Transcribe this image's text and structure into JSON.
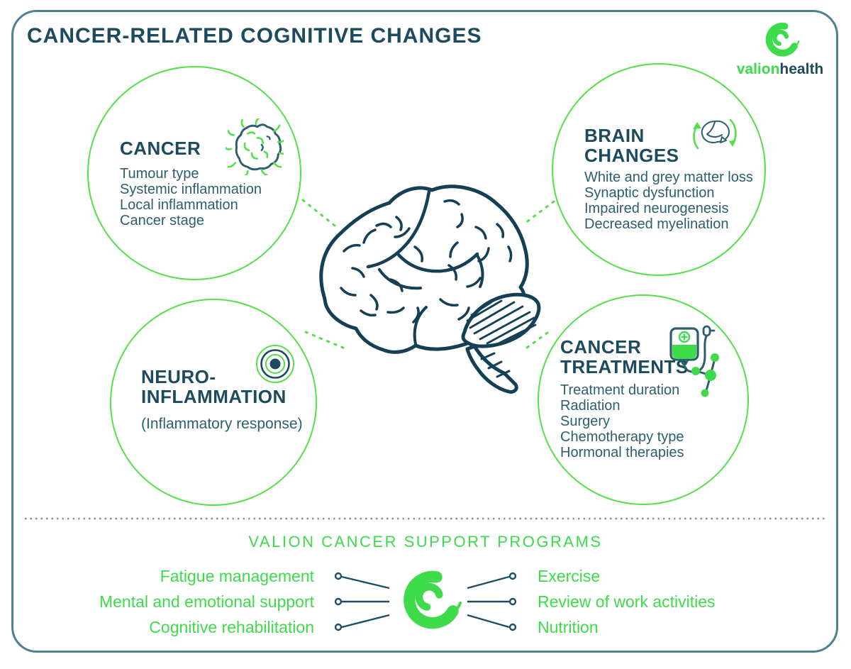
{
  "title": "CANCER-RELATED COGNITIVE CHANGES",
  "brand": {
    "word_primary": "valion",
    "word_secondary": "health"
  },
  "colors": {
    "green": "#3edb4b",
    "green_stroke": "#55e04a",
    "teal_heading": "#1c4b5e",
    "teal_body": "#2d5e6f",
    "teal_line": "#1d4f62",
    "brain_stroke": "#143f54",
    "card_border": "#4e8191",
    "divider": "#6f99a4"
  },
  "bubbles": {
    "cancer": {
      "heading": "CANCER",
      "icon": "cancer-cell-icon",
      "items": [
        "Tumour type",
        "Systemic inflammation",
        "Local inflammation",
        "Cancer stage"
      ]
    },
    "brain_changes": {
      "heading": "BRAIN CHANGES",
      "icon": "brain-cycle-icon",
      "items": [
        "White and grey matter loss",
        "Synaptic dysfunction",
        "Impaired neurogenesis",
        "Decreased myelination"
      ]
    },
    "neuroinflammation": {
      "heading": "NEURO-INFLAMMATION",
      "icon": "target-rings-icon",
      "note": "(Inflammatory response)"
    },
    "cancer_treatments": {
      "heading": "CANCER TREATMENTS",
      "icons": [
        "iv-drip-icon",
        "molecule-icon"
      ],
      "items": [
        "Treatment duration",
        "Radiation",
        "Surgery",
        "Chemotherapy type",
        "Hormonal therapies"
      ]
    }
  },
  "support": {
    "heading": "VALION CANCER SUPPORT PROGRAMS",
    "left_items": [
      "Fatigue management",
      "Mental and emotional support",
      "Cognitive rehabilitation"
    ],
    "right_items": [
      "Exercise",
      "Review of work activities",
      "Nutrition"
    ]
  }
}
